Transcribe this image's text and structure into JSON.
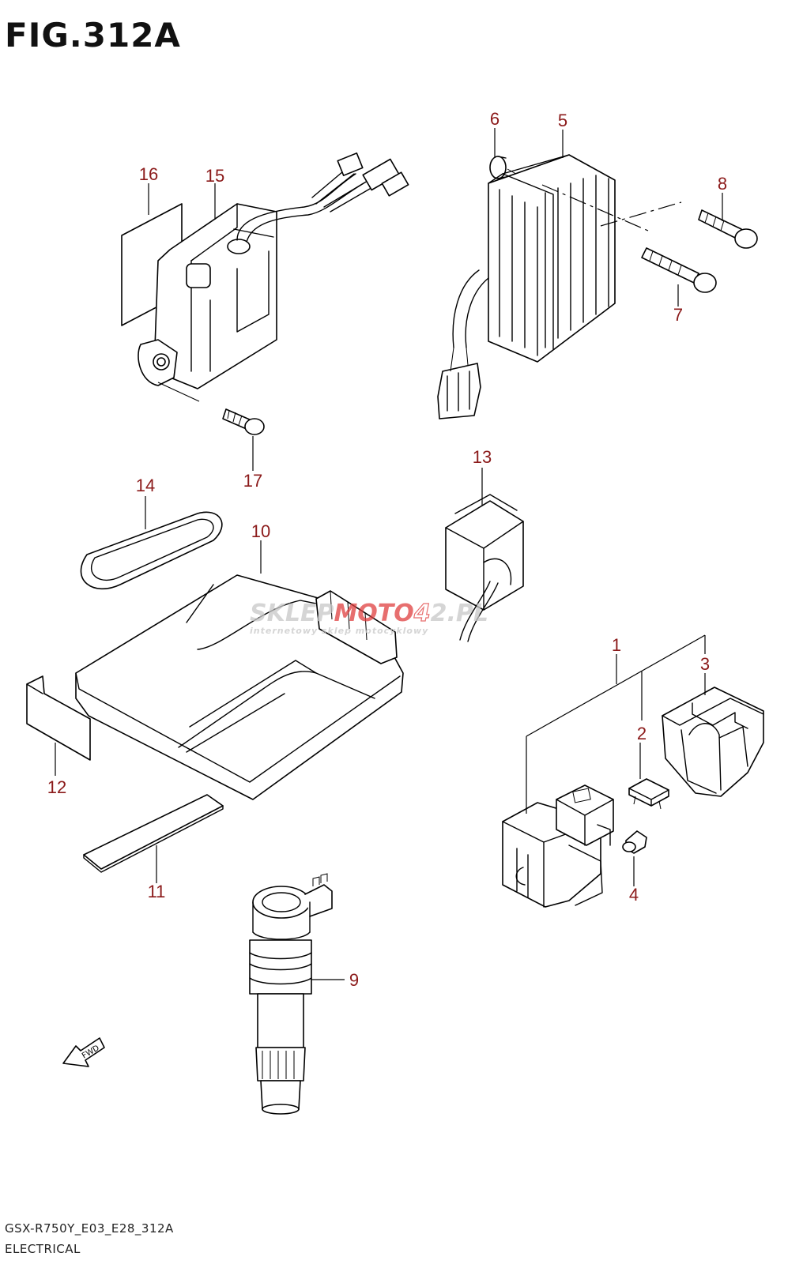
{
  "figure_title": "FIG.312A",
  "callouts": {
    "p1": "1",
    "p2": "2",
    "p3": "3",
    "p4": "4",
    "p5": "5",
    "p6": "6",
    "p7": "7",
    "p8": "8",
    "p9": "9",
    "p10": "10",
    "p11": "11",
    "p12": "12",
    "p13": "13",
    "p14": "14",
    "p15": "15",
    "p16": "16",
    "p17": "17"
  },
  "fwd_label": "FWD",
  "watermark": {
    "brand_part1": "SKLEP",
    "brand_part2": "MOTO",
    "brand_part3": "4",
    "brand_part4": "2.PL",
    "tagline": "internetowy sklep motocyklowy"
  },
  "footer": {
    "model_code": "GSX-R750Y_E03_E28_312A",
    "section": "ELECTRICAL"
  },
  "colors": {
    "callout": "#8b1a1a",
    "lines": "#000000",
    "watermark_grey": "#c8c8c8",
    "watermark_red": "#e04040"
  }
}
